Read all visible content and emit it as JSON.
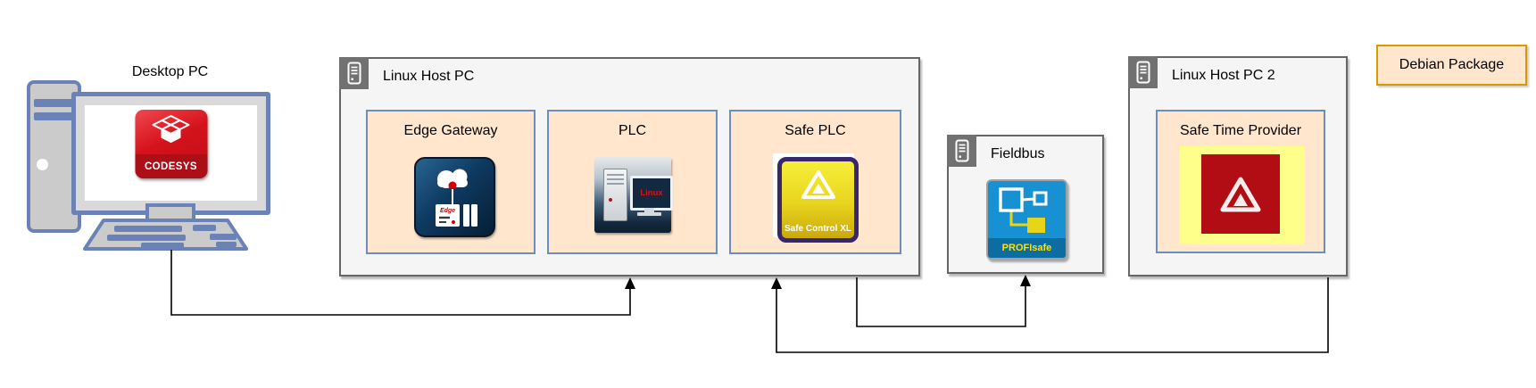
{
  "nodes": {
    "desktop_pc": {
      "label": "Desktop PC",
      "icon_text": "CODESYS"
    },
    "linux_host_pc": {
      "title": "Linux Host PC"
    },
    "edge_gateway": {
      "label": "Edge Gateway",
      "icon_text": "Edge"
    },
    "plc": {
      "label": "PLC",
      "icon_text": "Linux"
    },
    "safe_plc": {
      "label": "Safe PLC",
      "icon_text": "Safe Control XL"
    },
    "fieldbus": {
      "title": "Fieldbus",
      "icon_text": "PROFIsafe"
    },
    "linux_host_pc_2": {
      "title": "Linux Host PC 2"
    },
    "safe_time_provider": {
      "label": "Safe Time Provider"
    },
    "debian_package": {
      "label": "Debian Package"
    }
  },
  "connections": [
    {
      "from": "desktop_pc",
      "to": "linux_host_pc",
      "arrow_at": "to"
    },
    {
      "from": "linux_host_pc",
      "to": "fieldbus",
      "arrow_at": "to"
    },
    {
      "from": "linux_host_pc_2",
      "to": "linux_host_pc",
      "arrow_at": "to"
    }
  ],
  "colors": {
    "module_fill": "#ffe6cc",
    "module_border": "#6c8ebf",
    "container_fill": "#f5f5f5",
    "container_border": "#666666",
    "badge_fill": "#717171",
    "debian_border": "#d79b00",
    "desktop_blue": "#6b82b6",
    "desktop_gray": "#cbcbcb",
    "codesys_red": "#d5121c",
    "profisafe_blue": "#1791d1",
    "connector": "#000000"
  }
}
